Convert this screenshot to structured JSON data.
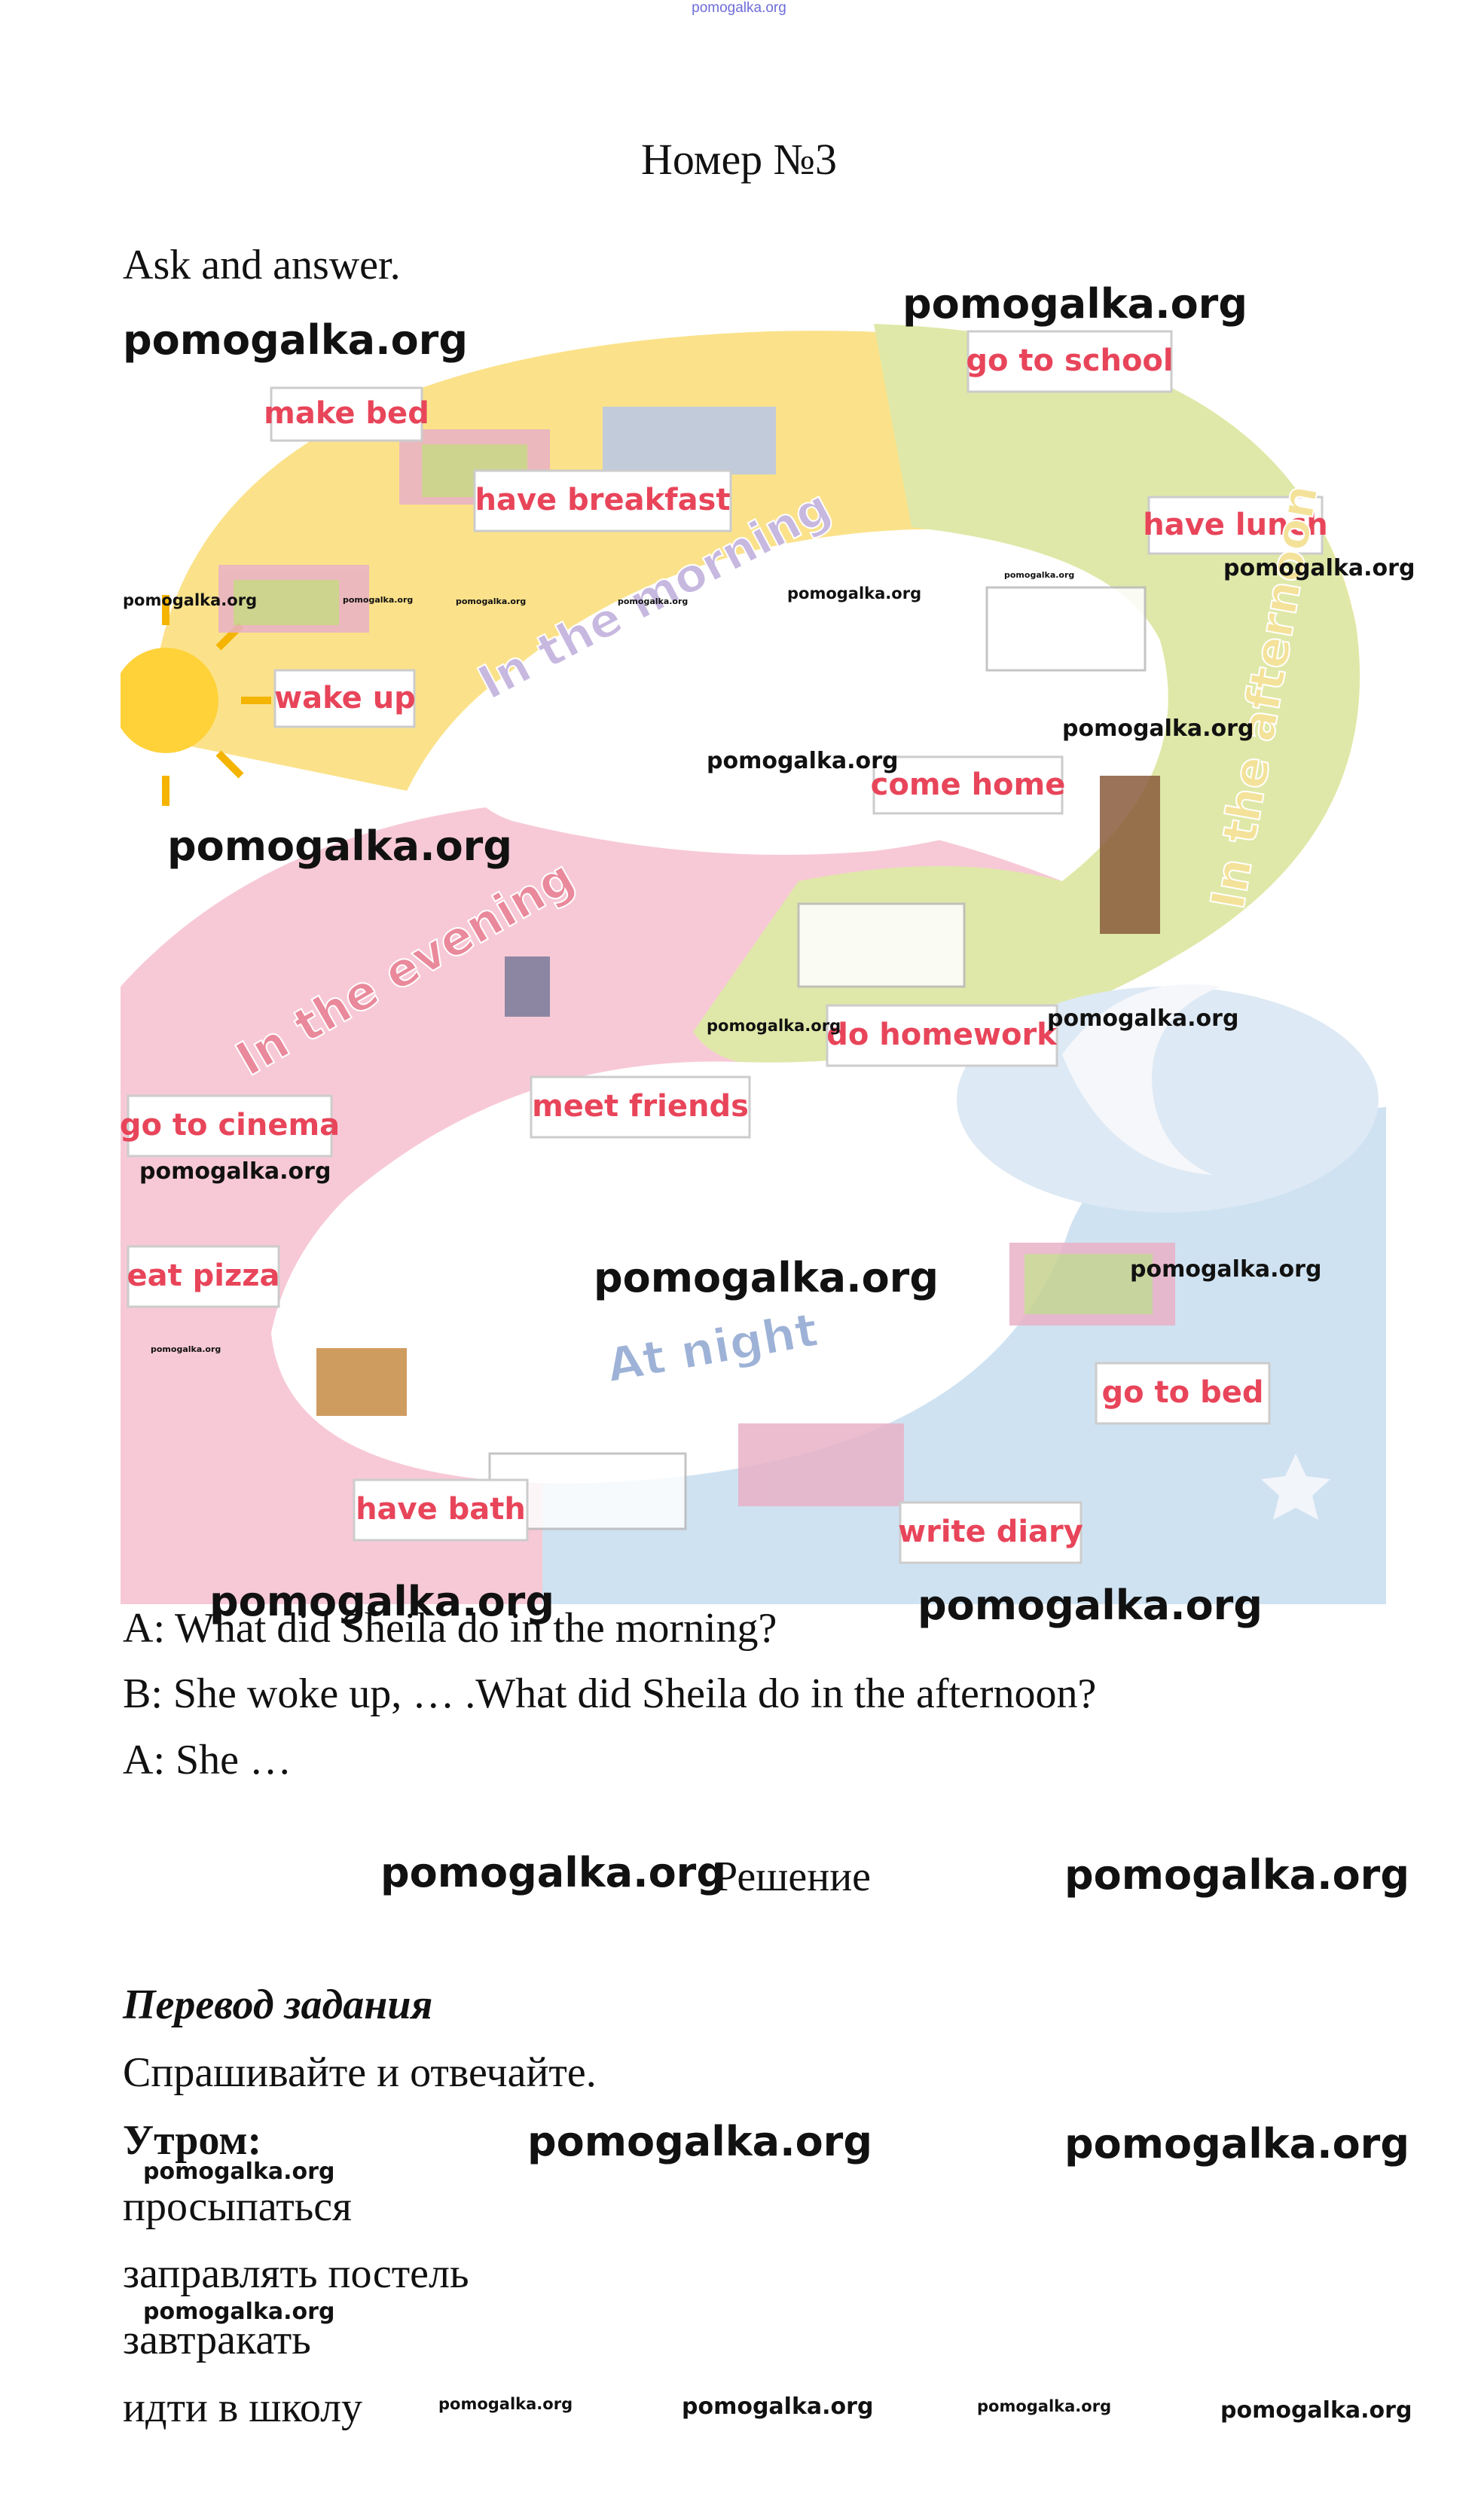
{
  "source_url": "pomogalka.org",
  "title": "Номер №3",
  "task": "Ask and answer.",
  "illustration": {
    "phases": {
      "morning": "In the morning",
      "afternoon": "In the afternoon",
      "evening": "In the evening",
      "night": "At night"
    },
    "labels": {
      "wake_up": "wake up",
      "make_bed": "make bed",
      "have_breakfast": "have breakfast",
      "go_to_school": "go to school",
      "have_lunch": "have lunch",
      "come_home": "come home",
      "do_homework": "do homework",
      "meet_friends": "meet friends",
      "go_to_cinema": "go to cinema",
      "eat_pizza": "eat pizza",
      "have_bath": "have bath",
      "write_diary": "write diary",
      "go_to_bed": "go to bed"
    },
    "colors": {
      "morning": "#fbe28a",
      "afternoon": "#dfe8a8",
      "evening": "#f7c9d6",
      "night": "#cfe2f1",
      "label_text": "#e8455a"
    }
  },
  "dialogue": [
    "A: What did Sheila do in the morning?",
    "B: She woke up, … .What did Sheila do in the afternoon?",
    "A: She …"
  ],
  "solution_label": "Решение",
  "translation_heading": "Перевод задания",
  "translation_text": "Спрашивайте и отвечайте.",
  "morning_heading": "Утром:",
  "morning_items": [
    "просыпаться",
    "заправлять постель",
    "завтракать",
    "идти в школу"
  ],
  "watermark": "pomogalka.org"
}
